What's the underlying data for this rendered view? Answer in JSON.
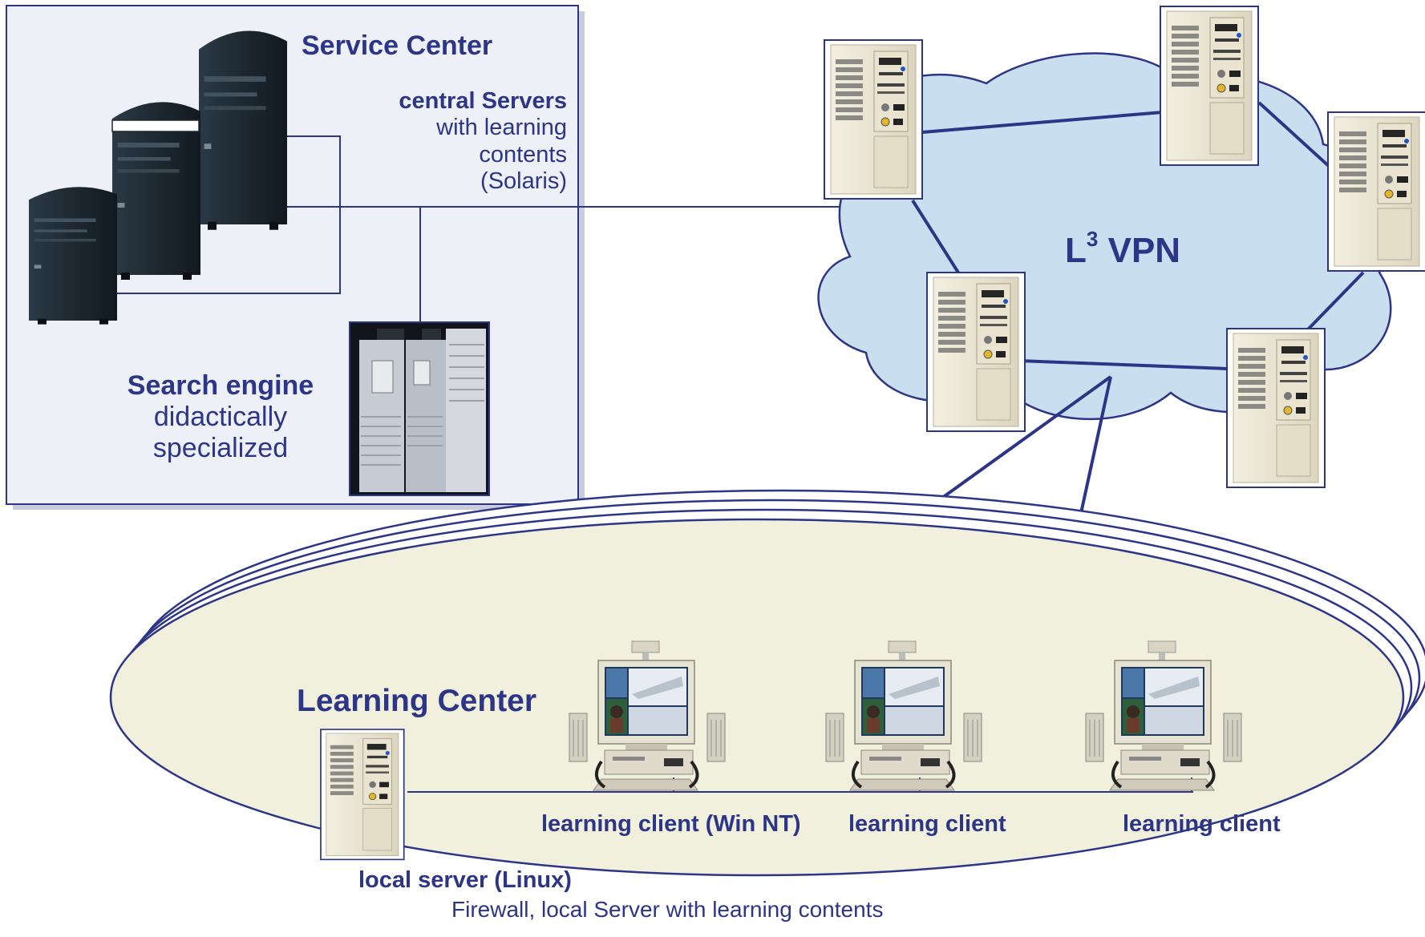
{
  "service_center": {
    "title": "Service Center",
    "servers_heading": "central Servers",
    "servers_lines": [
      "with learning",
      "contents",
      "(Solaris)"
    ],
    "search_heading": "Search engine",
    "search_lines": [
      "didactically",
      "specialized"
    ]
  },
  "vpn": {
    "base": "L",
    "superscript": "3",
    "label": "VPN"
  },
  "learning_center": {
    "title": "Learning Center",
    "clients": [
      "learning client (Win NT)",
      "learning client",
      "learning client"
    ],
    "local_server": "local server (Linux)",
    "firewall_note": "Firewall, local Server with learning contents"
  },
  "colors": {
    "text": "#2d3586",
    "line": "#2d3586",
    "panel_bg": "#eef0f8",
    "cloud_bg": "#c9dff0",
    "ellipse_bg": "#f0f0dc",
    "server_body": "#ebe6d3",
    "dark_server": "#1e2a34"
  }
}
